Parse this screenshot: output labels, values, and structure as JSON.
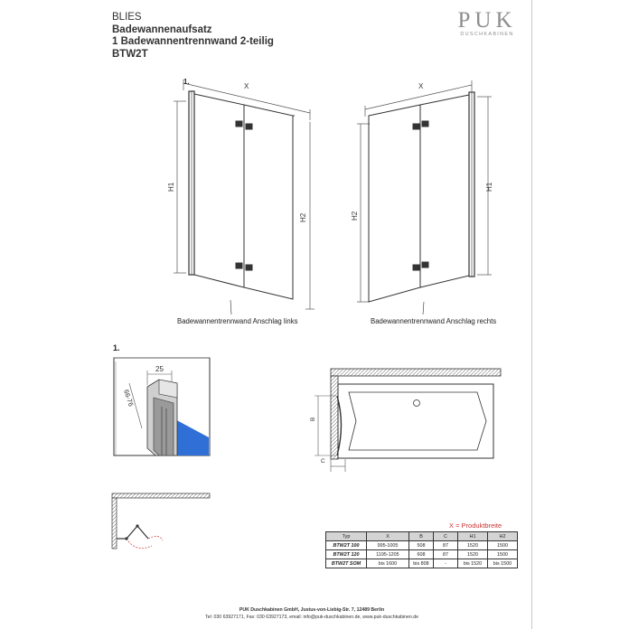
{
  "header": {
    "product": "BLIES",
    "line1": "Badewannenaufsatz",
    "line2": "1 Badewannentrennwand 2-teilig",
    "code": "BTW2T"
  },
  "logo": {
    "brand": "PUK",
    "tagline": "DUSCHKABINEN"
  },
  "drawings": {
    "left": {
      "caption": "Badewannentrennwand Anschlag links",
      "dim_x": "X",
      "dim_h1": "H1",
      "dim_h2": "H2",
      "detail_marker": "1."
    },
    "right": {
      "caption": "Badewannentrennwand Anschlag rechts",
      "dim_x": "X",
      "dim_h1": "H1",
      "dim_h2": "H2"
    },
    "detail": {
      "number": "1.",
      "dim_top": "25",
      "dim_side": "66-76"
    },
    "tub": {
      "dim_b": "B",
      "dim_c": "C"
    }
  },
  "legend": "X = Produktbreite",
  "spec_table": {
    "headers": [
      "Typ",
      "X",
      "B",
      "C",
      "H1",
      "H2"
    ],
    "rows": [
      [
        "BTW2T 100",
        "995-1005",
        "508",
        "87",
        "1520",
        "1500"
      ],
      [
        "BTW2T 120",
        "1195-1205",
        "608",
        "87",
        "1520",
        "1500"
      ],
      [
        "BTW2T SOM",
        "bis 1600",
        "bis 808",
        "-",
        "bis 1520",
        "bis 1500"
      ]
    ]
  },
  "footer": {
    "line1": "PUK Duschkabinen GmbH, Justus-von-Liebig-Str. 7, 12489 Berlin",
    "line2": "Tel: 030 63927171, Fax: 030 63927173, email: info@puk-duschkabinen.de, www.puk-duschkabinen.de"
  },
  "colors": {
    "line": "#333333",
    "dim": "#555555",
    "glass": "#2f6fd6",
    "legend": "#cc3333",
    "logo": "#8e8e8e"
  }
}
